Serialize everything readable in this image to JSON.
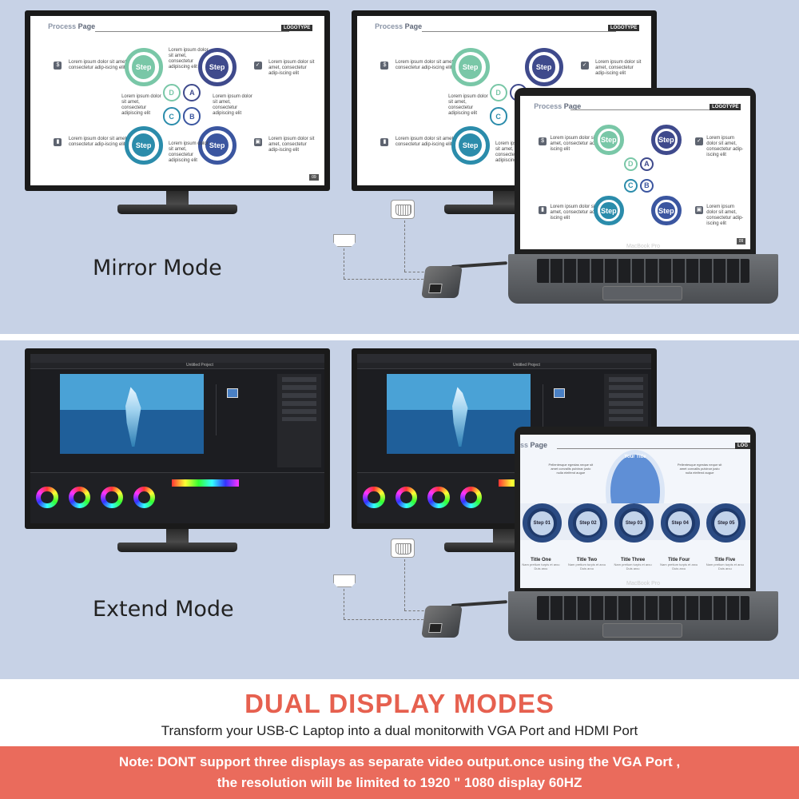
{
  "mirror": {
    "mode_label": "Mirror Mode",
    "slide": {
      "title_light": "Process ",
      "title_bold": "Page",
      "logo": "LOGOTYPE",
      "step": "Step",
      "letters": [
        "D",
        "A",
        "C",
        "B"
      ],
      "lorem_short": "Lorem ipsum dolor sit amet, consectetur adip-iscing elit",
      "lorem_center": "Lorem ipsum dolor sit amet, consectetur adipiscing elit",
      "page_num": "09"
    },
    "laptop_brand": "MacBook Pro"
  },
  "extend": {
    "mode_label": "Extend Mode",
    "editor_title": "Untitled Project",
    "infographic": {
      "title_light": "ss ",
      "title_bold": "Page",
      "logo": "LOG",
      "center_label": "Your Title",
      "side_text": "Pellentesque egestas neque sit amet convallis pulvinar justo nulla eleifend augue",
      "steps": [
        "Step 01",
        "Step 02",
        "Step 03",
        "Step 04",
        "Step 05"
      ],
      "titles": [
        "Title One",
        "Title Two",
        "Title Three",
        "Title Four",
        "Title Five"
      ],
      "title_sub": "Nam pretium turpis et arcu Duis arcu"
    },
    "laptop_brand": "MacBook Pro"
  },
  "headline": "DUAL DISPLAY MODES",
  "subline": "Transform your USB-C Laptop into a dual monitorwith VGA Port and HDMI Port",
  "note_line1": "Note:  DONT support  three displays as separate video output.once using the VGA Port ,",
  "note_line2": "the resolution will be limited to 1920 \" 1080 display 60HZ",
  "colors": {
    "panel_bg": "#c7d2e6",
    "headline": "#e6604f",
    "note_bg": "#ea6b5c"
  }
}
